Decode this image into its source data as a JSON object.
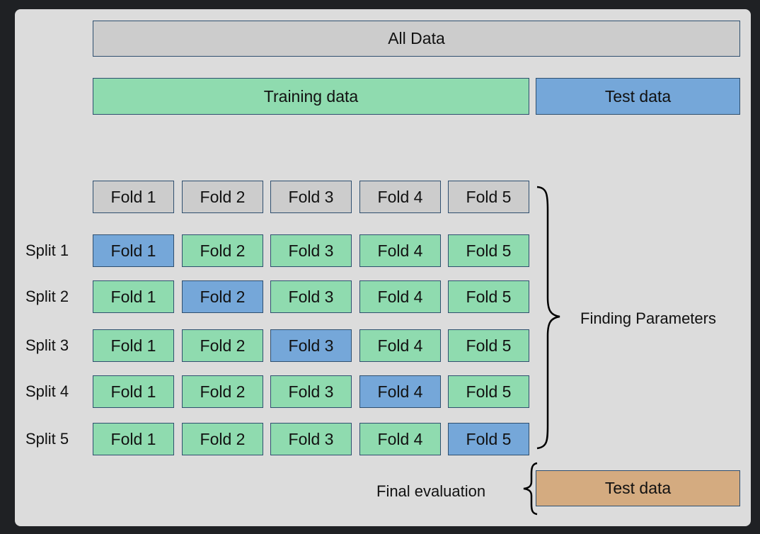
{
  "all_data": "All Data",
  "training_data": "Training data",
  "test_data_top": "Test data",
  "fold_header": [
    "Fold 1",
    "Fold 2",
    "Fold 3",
    "Fold 4",
    "Fold 5"
  ],
  "splits": [
    {
      "label": "Split 1",
      "test_fold": 1,
      "folds": [
        "Fold 1",
        "Fold 2",
        "Fold 3",
        "Fold 4",
        "Fold 5"
      ]
    },
    {
      "label": "Split 2",
      "test_fold": 2,
      "folds": [
        "Fold 1",
        "Fold 2",
        "Fold 3",
        "Fold 4",
        "Fold 5"
      ]
    },
    {
      "label": "Split 3",
      "test_fold": 3,
      "folds": [
        "Fold 1",
        "Fold 2",
        "Fold 3",
        "Fold 4",
        "Fold 5"
      ]
    },
    {
      "label": "Split 4",
      "test_fold": 4,
      "folds": [
        "Fold 1",
        "Fold 2",
        "Fold 3",
        "Fold 4",
        "Fold 5"
      ]
    },
    {
      "label": "Split 5",
      "test_fold": 5,
      "folds": [
        "Fold 1",
        "Fold 2",
        "Fold 3",
        "Fold 4",
        "Fold 5"
      ]
    }
  ],
  "finding_parameters": "Finding Parameters",
  "final_evaluation": "Final evaluation",
  "test_data_final": "Test data",
  "colors": {
    "all_data": "#cccccc",
    "training": "#8fdbaf",
    "test": "#75a7d9",
    "final_test": "#d4ab80",
    "border": "#2f4f6f"
  }
}
